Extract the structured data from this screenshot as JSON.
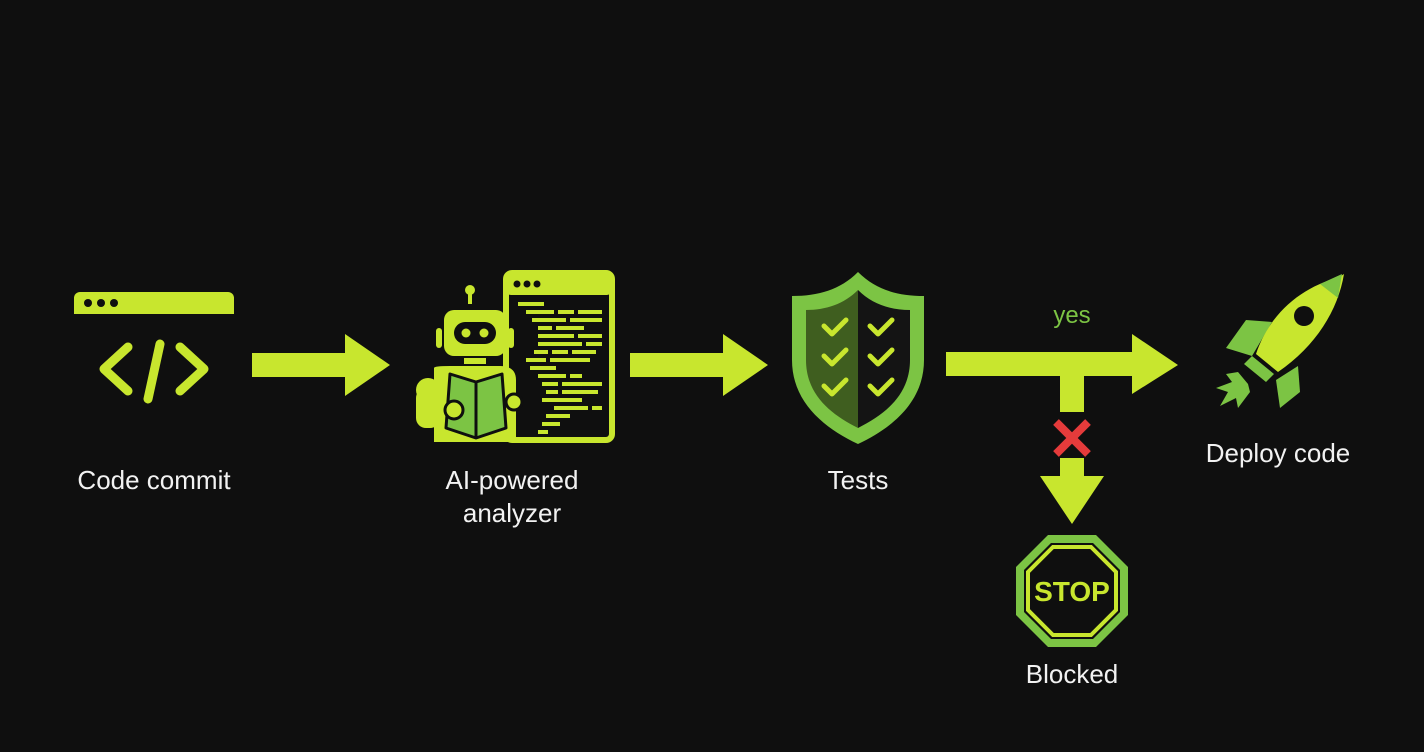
{
  "diagram": {
    "title": "",
    "colors": {
      "background": "#0f0f0f",
      "lime": "#c8e62e",
      "green": "#7cc444",
      "dark_green": "#3f5e1f",
      "red": "#e53b3b",
      "text": "#f2f2f2"
    },
    "nodes": [
      {
        "id": "code-commit",
        "label": "Code commit",
        "icon": "code-window-icon"
      },
      {
        "id": "ai-analyzer",
        "label_line1": "AI-powered",
        "label_line2": "analyzer",
        "icon": "robot-reading-icon"
      },
      {
        "id": "tests",
        "label": "Tests",
        "icon": "shield-checklist-icon"
      },
      {
        "id": "deploy",
        "label": "Deploy code",
        "icon": "rocket-icon"
      },
      {
        "id": "blocked",
        "label": "Blocked",
        "icon": "stop-sign-icon",
        "sign_text": "STOP"
      }
    ],
    "edges": [
      {
        "from": "code-commit",
        "to": "ai-analyzer",
        "label": ""
      },
      {
        "from": "ai-analyzer",
        "to": "tests",
        "label": ""
      },
      {
        "from": "tests",
        "to": "deploy",
        "label": "yes"
      },
      {
        "from": "tests",
        "to": "blocked",
        "label": "",
        "marker": "red-x"
      }
    ]
  }
}
